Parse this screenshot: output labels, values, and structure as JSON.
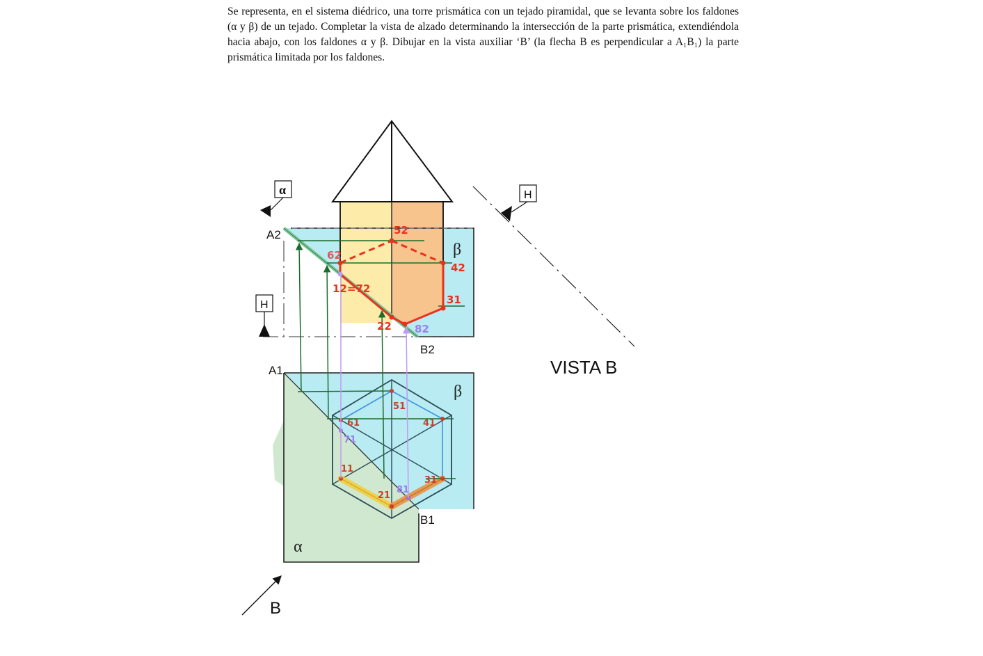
{
  "statement": "Se representa, en el sistema diédrico, una torre prismática con un tejado piramidal, que se levanta sobre los faldones (α y β) de un tejado. Completar la vista de alzado determinando la intersección de la parte prismática, extendiéndola hacia abajo, con los faldones α y β. Dibujar en la vista auxiliar ‘B’ (la flecha B es perpendicular a A₁B₁) la parte prismática limitada por los faldones.",
  "labels": {
    "alpha_tag": "α",
    "h_tag_left": "H",
    "h_tag_right": "H",
    "a2": "A2",
    "b2": "B2",
    "a1": "A1",
    "b1": "B1",
    "beta_top": "β",
    "beta_bottom": "β",
    "alpha_bottom": "α",
    "arrow_b": "B",
    "vista_b": "VISTA B"
  },
  "points_elevation": {
    "p5": "52",
    "p6": "62",
    "p4": "42",
    "p1_7": "12=72",
    "p3": "31",
    "p2": "22",
    "p8": "82"
  },
  "points_plan": {
    "p5": "51",
    "p6": "61",
    "p4": "41",
    "p7": "71",
    "p1": "11",
    "p3": "31",
    "p2": "21",
    "p8": "81"
  },
  "colors": {
    "beta_fill": "#b9ebf2",
    "alpha_fill": "#cfe8cf",
    "face_left": "#fdeba9",
    "face_right": "#f8c48d",
    "alpha_edge": "#7dca9a",
    "intersection": "#e8321e",
    "construction_green": "#1e6b2e",
    "projector_violet": "#c09cf0",
    "point_red": "#c8402a",
    "hex_blue": "#3a90e0",
    "plan_yellow": "#f2cf3c",
    "plan_orange": "#ec8e3a"
  }
}
